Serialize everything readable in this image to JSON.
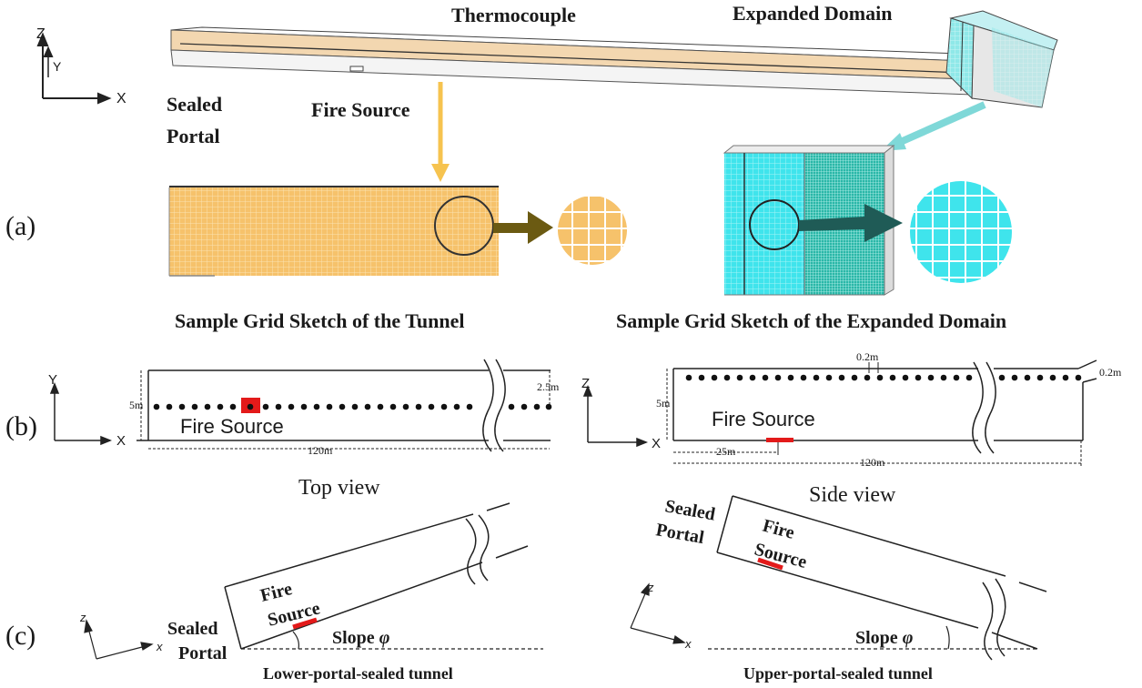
{
  "panel_a": {
    "label": "(a)",
    "title_thermocouple": "Thermocouple",
    "title_expanded": "Expanded Domain",
    "sealed_line1": "Sealed",
    "sealed_line2": "Portal",
    "fire_source": "Fire Source",
    "caption_tunnel": "Sample Grid Sketch of the Tunnel",
    "caption_expanded": "Sample Grid Sketch of the Expanded Domain",
    "axis_z": "Z",
    "axis_y": "Y",
    "axis_x": "X",
    "colors": {
      "tunnel_grid": "#f6c26b",
      "domain_grid": "#3fe4ec",
      "arrow_tunnel": "#6b5a12",
      "arrow_domain": "#1f5b56",
      "arrow_fire": "#f6c34f",
      "arrow_domain_light": "#7fd8d8"
    }
  },
  "panel_b": {
    "label": "(b)",
    "top": {
      "axis_y": "Y",
      "axis_x": "X",
      "dim_height": "5m",
      "dim_half": "2.5m",
      "dim_length": "120m",
      "fire_source": "Fire Source",
      "caption": "Top view"
    },
    "side": {
      "axis_z": "Z",
      "axis_x": "X",
      "dim_height": "5m",
      "dim_spacing": "0.2m",
      "dim_depth": "0.2m",
      "dim_offset": "25m",
      "dim_length": "120m",
      "fire_source": "Fire Source",
      "caption": "Side view"
    }
  },
  "panel_c": {
    "label": "(c)",
    "left": {
      "axis_z": "z",
      "axis_x": "x",
      "sealed_line1": "Sealed",
      "sealed_line2": "Portal",
      "fire_line1": "Fire",
      "fire_line2": "Source",
      "slope": "Slope",
      "slope_symbol": "φ",
      "caption": "Lower-portal-sealed tunnel"
    },
    "right": {
      "axis_z": "z",
      "axis_x": "x",
      "sealed_line1": "Sealed",
      "sealed_line2": "Portal",
      "fire_line1": "Fire",
      "fire_line2": "Source",
      "slope": "Slope",
      "slope_symbol": "φ",
      "caption": "Upper-portal-sealed tunnel"
    }
  }
}
